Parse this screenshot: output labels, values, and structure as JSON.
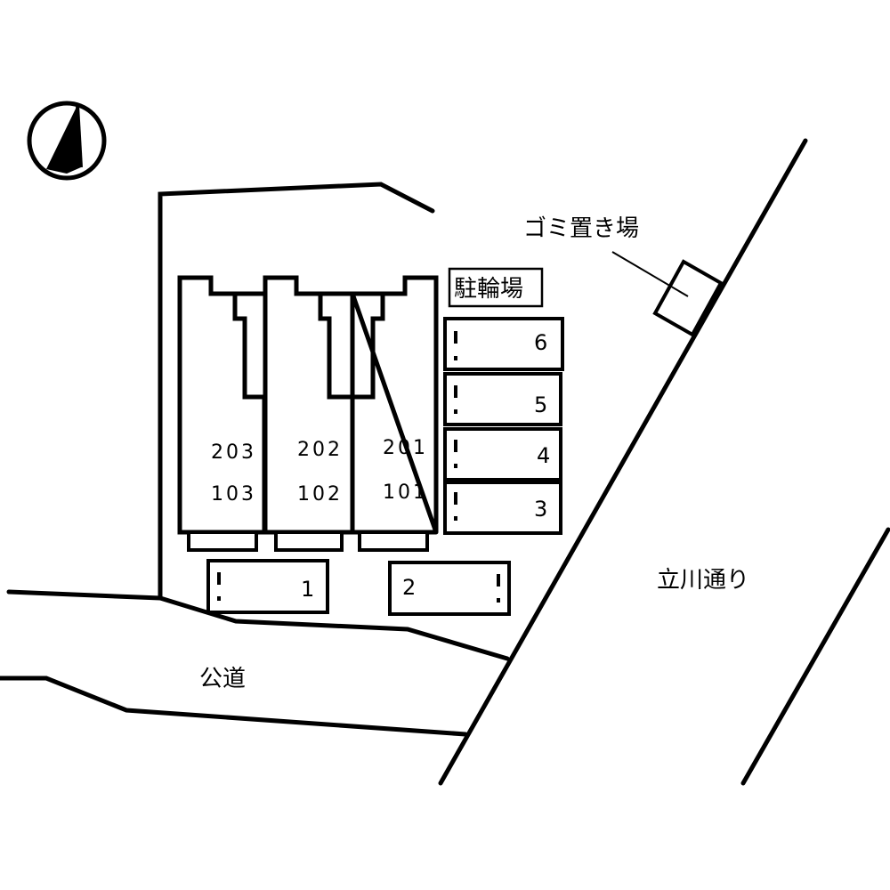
{
  "north_icon": "north-arrow-icon",
  "labels": {
    "bicycle_parking": "駐輪場",
    "garbage_area": "ゴミ置き場",
    "public_road": "公道",
    "tachikawa_street": "立川通り"
  },
  "units": {
    "col1_upper": "203",
    "col1_lower": "103",
    "col2_upper": "202",
    "col2_lower": "102",
    "col3_upper": "201",
    "col3_lower": "101"
  },
  "parking": {
    "p1": "1",
    "p2": "2",
    "p3": "3",
    "p4": "4",
    "p5": "5",
    "p6": "6"
  }
}
